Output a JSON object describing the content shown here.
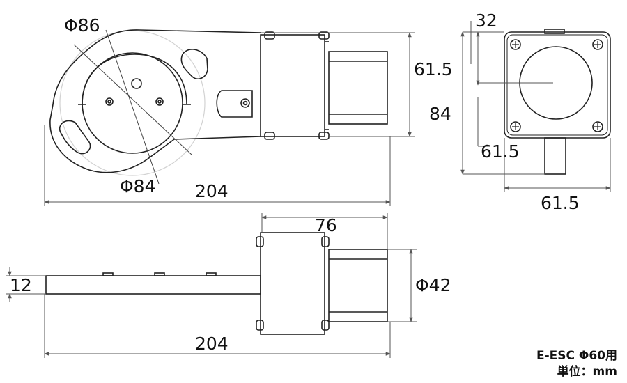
{
  "title": "E-ESC Φ60用",
  "unit_note": "単位：mm",
  "dimensions": {
    "phi86": "Φ86",
    "phi84": "Φ84",
    "top_width": "204",
    "bottom_width": "204",
    "top_height": "61.5",
    "side_32": "32",
    "side_84": "84",
    "side_61_5_left": "61.5",
    "side_61_5_bottom": "61.5",
    "length_76": "76",
    "thickness_12": "12",
    "phi42": "Φ42"
  },
  "colors": {
    "line": "#222222",
    "dimension_line": "#555555",
    "guide_circle": "#d2d2d2",
    "background": "#ffffff"
  }
}
